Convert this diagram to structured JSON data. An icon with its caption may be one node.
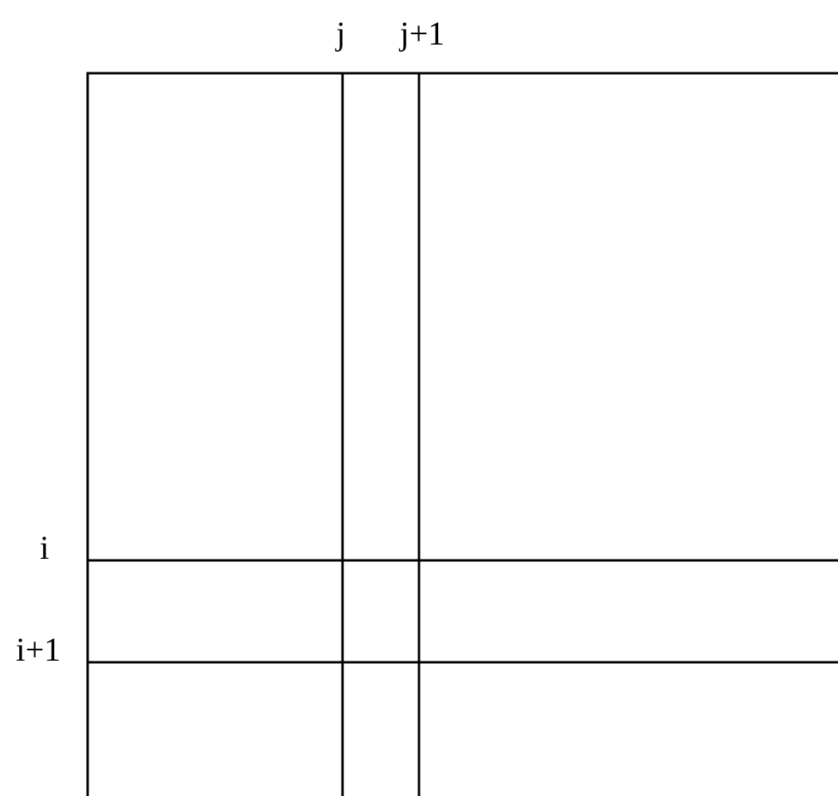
{
  "diagram": {
    "labels": [
      "j",
      "j+1",
      "i",
      "i+1"
    ]
  }
}
